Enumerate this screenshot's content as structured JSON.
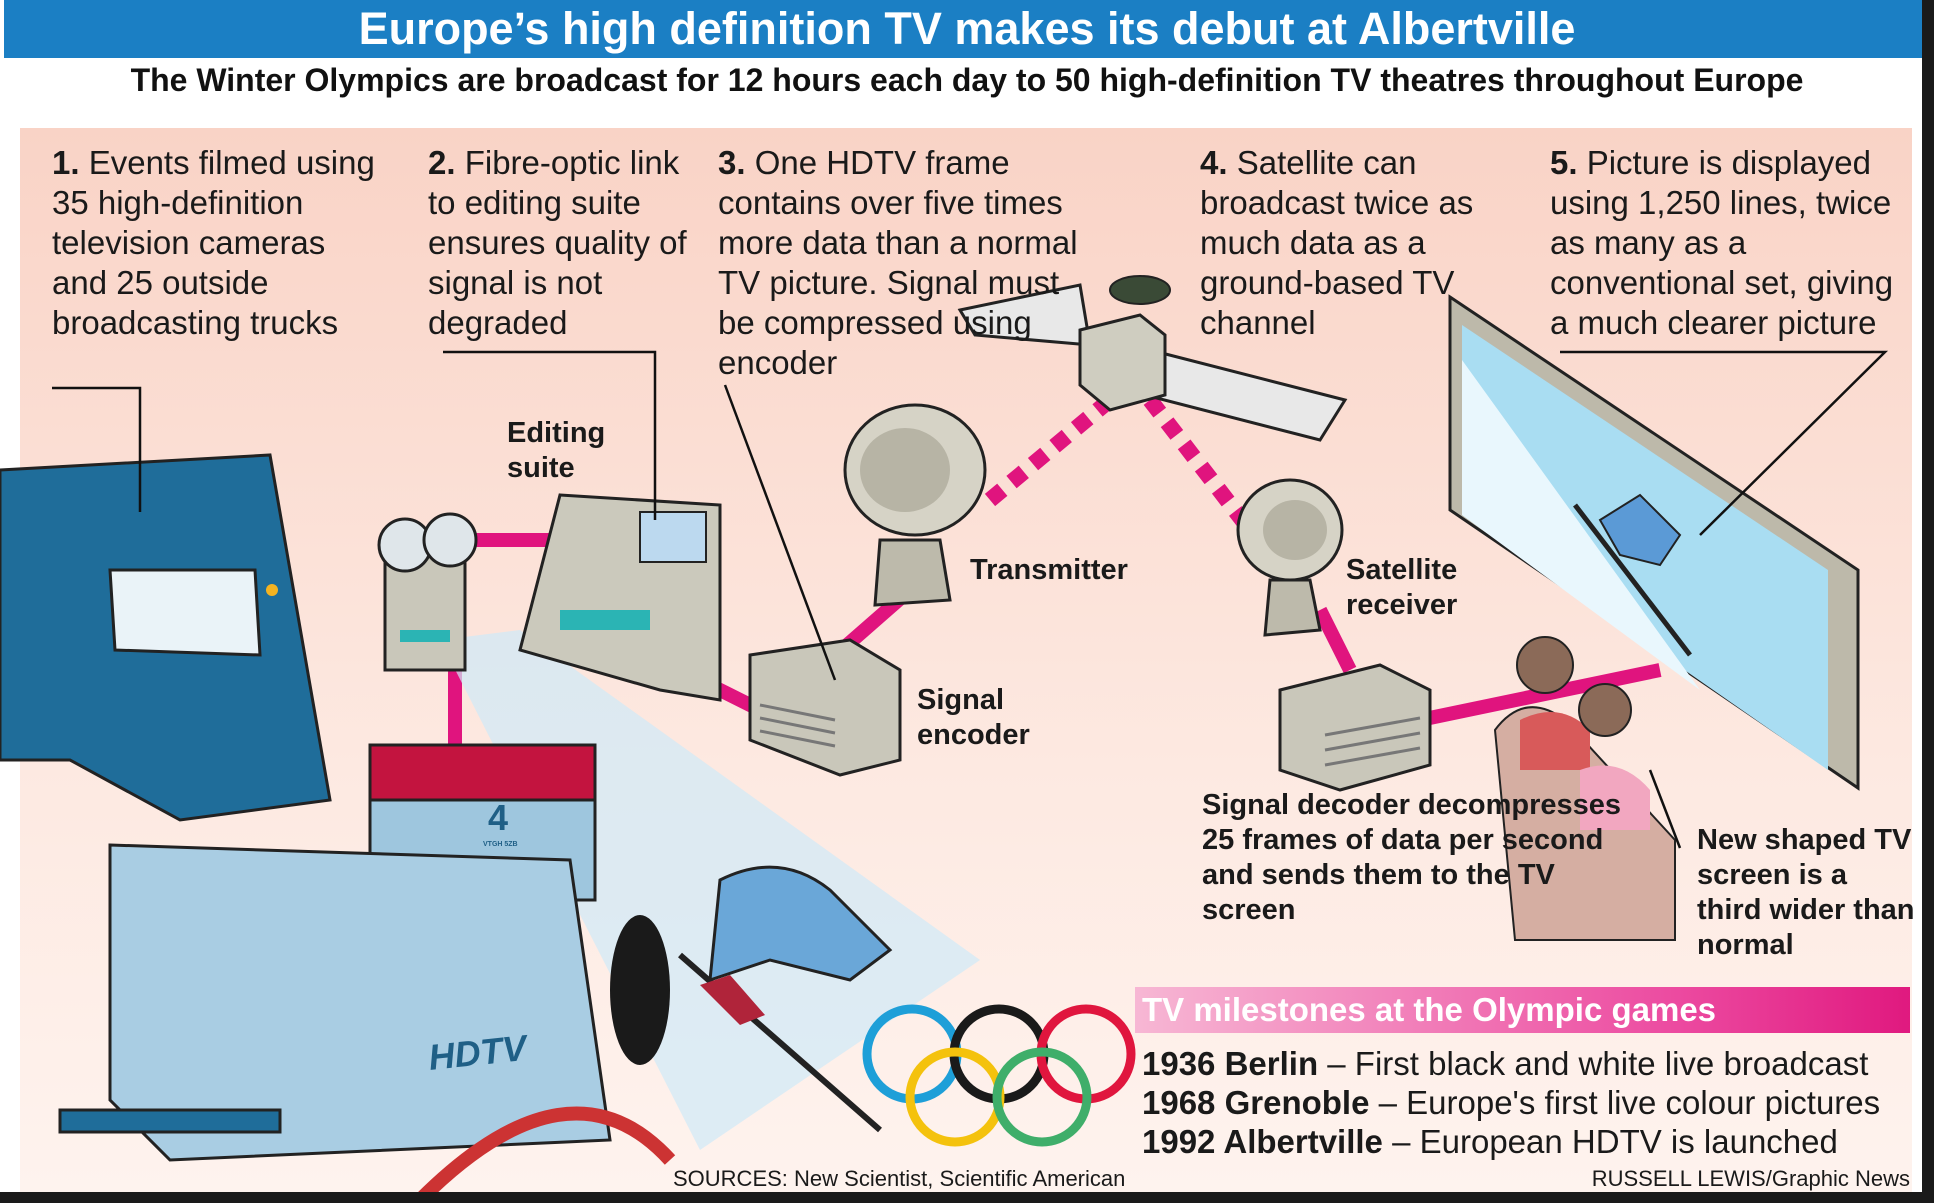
{
  "header": {
    "title": "Europe’s high definition TV makes its debut at Albertville",
    "subtitle": "The Winter Olympics are broadcast for 12 hours each day to 50 high-definition TV theatres throughout Europe"
  },
  "steps": [
    {
      "num": "1.",
      "text": "Events filmed using 35 high-definition television cameras and 25 outside broadcasting trucks"
    },
    {
      "num": "2.",
      "text": "Fibre-optic link to editing suite ensures quality of signal is not degraded"
    },
    {
      "num": "3.",
      "text": "One HDTV frame contains over five times more data than a normal TV picture. Signal must be compressed using encoder"
    },
    {
      "num": "4.",
      "text": "Satellite can broadcast twice as much data as a ground-based TV channel"
    },
    {
      "num": "5.",
      "text": "Picture is displayed using 1,250 lines, twice as many as a conventional set, giving a much clearer picture"
    }
  ],
  "labels": {
    "editing": "Editing suite",
    "transmitter": "Transmitter",
    "receiver": "Satellite receiver",
    "encoder": "Signal encoder",
    "decoder": "Signal decoder decompresses 25 frames of data per second and sends them to the TV screen",
    "screen": "New shaped TV screen is a third wider than normal",
    "camera_brand": "HDTV",
    "camera_number": "4",
    "camera_code": "VTGH 5ZB"
  },
  "milestones": {
    "title": "TV milestones at the Olympic games",
    "items": [
      {
        "year": "1936 Berlin",
        "text": "– First black and white live broadcast"
      },
      {
        "year": "1968 Grenoble",
        "text": "– Europe's first live colour pictures"
      },
      {
        "year": "1992 Albertville",
        "text": "– European HDTV is launched"
      }
    ]
  },
  "footer": {
    "sources": "SOURCES: New Scientist, Scientific American",
    "credit": "RUSSELL LEWIS/Graphic News"
  },
  "colors": {
    "title_bar": "#1b7fc4",
    "signal": "#e0147e",
    "camera": "#1f6d9a"
  }
}
